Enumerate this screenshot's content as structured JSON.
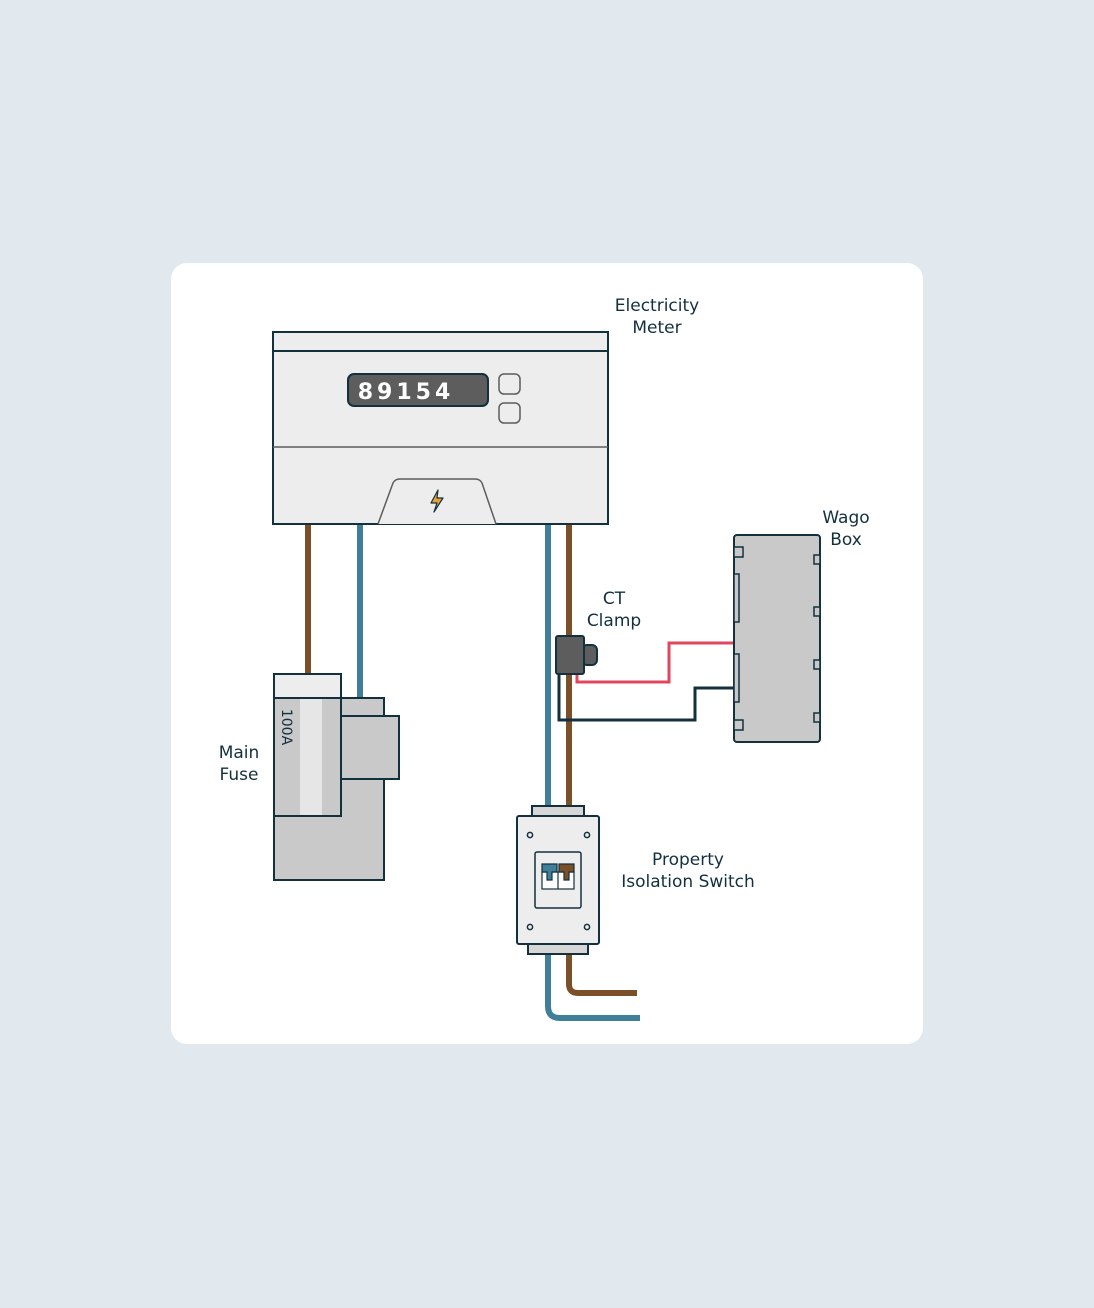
{
  "labels": {
    "electricity_meter": [
      "Electricity",
      "Meter"
    ],
    "wago_box": [
      "Wago",
      "Box"
    ],
    "ct_clamp": [
      "CT",
      "Clamp"
    ],
    "main_fuse": [
      "Main",
      "Fuse"
    ],
    "isolation_switch": [
      "Property",
      "Isolation Switch"
    ]
  },
  "meter": {
    "reading": "89154"
  },
  "fuse": {
    "rating": "100A"
  },
  "colors": {
    "background": "#e1e8ee",
    "card": "#ffffff",
    "outline": "#13303f",
    "live_wire": "#7b4f28",
    "neutral_wire": "#3f7f9a",
    "ct_red_wire": "#e0475c",
    "ct_black_wire": "#13303f",
    "bolt": "#e8a23a",
    "meter_body": "#ededed",
    "grey_box": "#c9c9c9",
    "lcd": "#5d5d5d"
  },
  "icons": [
    "lightning-bolt-icon"
  ]
}
